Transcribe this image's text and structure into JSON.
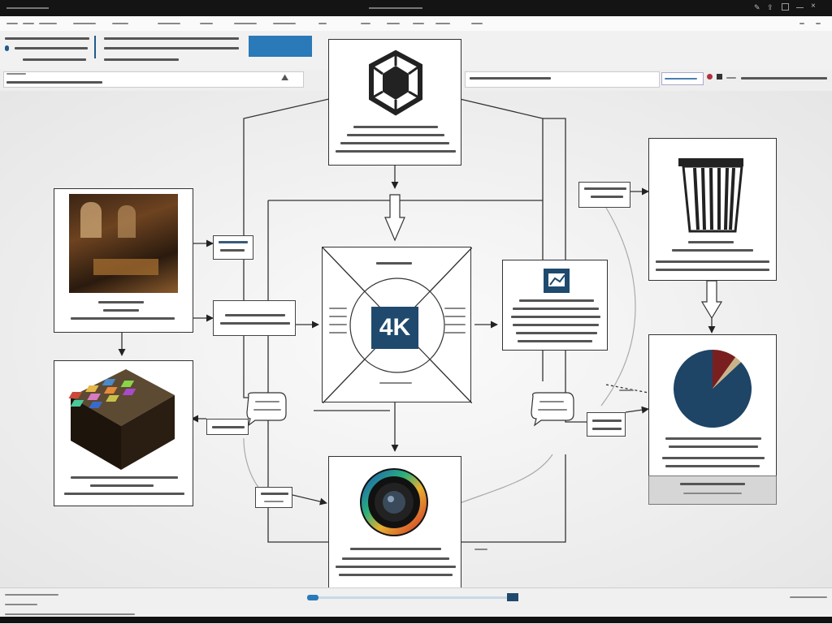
{
  "diagram": {
    "center": {
      "badge": "4K"
    }
  },
  "colors": {
    "accent_blue": "#1f4a6e",
    "pie_blue": "#1e4466",
    "pie_red": "#7a1f1f",
    "pie_tan": "#c9b48a",
    "line": "#333333"
  },
  "icons": [
    "hexagon-logo-icon",
    "trash-bin-icon",
    "chart-book-icon",
    "camera-lens-icon",
    "speech-bubble-icon"
  ],
  "chart_data": {
    "type": "pie",
    "slices": [
      {
        "value": 0.87,
        "color": "#1e4466"
      },
      {
        "value": 0.1,
        "color": "#7a1f1f"
      },
      {
        "value": 0.03,
        "color": "#c9b48a"
      }
    ]
  }
}
